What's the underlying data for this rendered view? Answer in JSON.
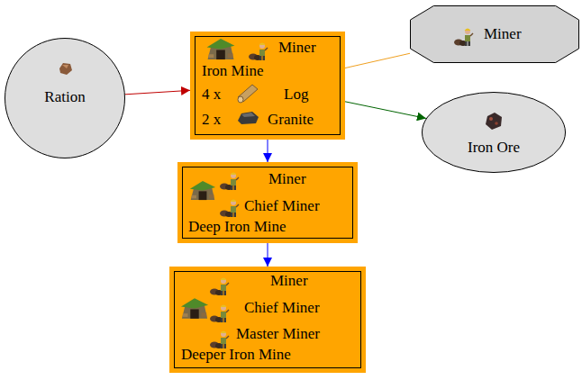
{
  "diagram": {
    "nodes": [
      {
        "text": [
          "Ration"
        ]
      },
      {
        "text": [
          "Miner",
          "Iron Mine",
          "4 x",
          "Log",
          "2 x",
          "Granite"
        ]
      },
      {
        "text": [
          "Miner"
        ]
      },
      {
        "text": [
          "Iron Ore"
        ]
      },
      {
        "text": [
          "Miner",
          "Chief Miner",
          "Deep Iron Mine"
        ]
      },
      {
        "text": [
          "Miner",
          "Chief Miner",
          "Master Miner",
          "Deeper Iron Mine"
        ]
      }
    ],
    "edges": [
      {
        "from": 0,
        "to": 1,
        "arrow": "to"
      },
      {
        "from": 1,
        "to": 2,
        "arrow": "none"
      },
      {
        "from": 1,
        "to": 3,
        "arrow": "to"
      },
      {
        "from": 1,
        "to": 4,
        "arrow": "to"
      },
      {
        "from": 4,
        "to": 5,
        "arrow": "to"
      }
    ]
  }
}
